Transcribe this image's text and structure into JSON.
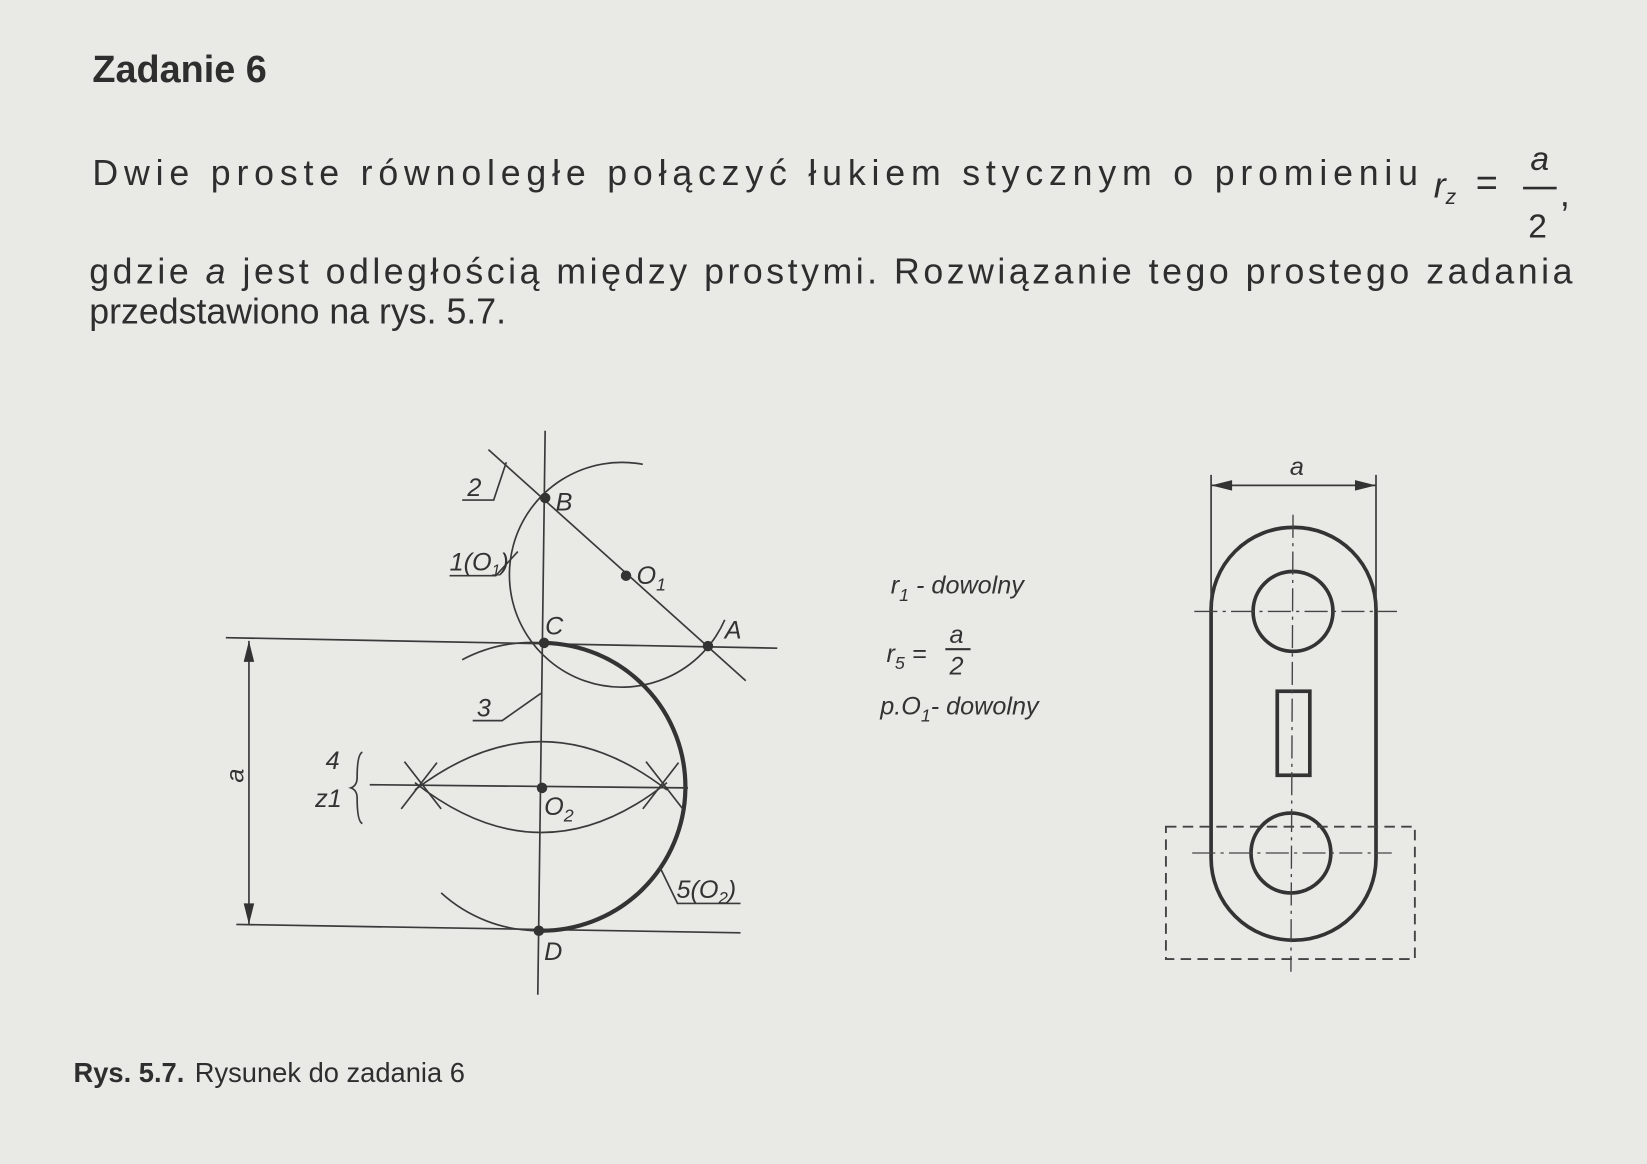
{
  "heading": "Zadanie 6",
  "paragraph": {
    "line1": "Dwie proste równoległe połączyć łukiem stycznym o promieniu",
    "formula": {
      "r": "r",
      "sub": "z",
      "eq": "=",
      "numerator": "a",
      "denominator": "2",
      "comma": ","
    },
    "line2_pre": "gdzie ",
    "line2_var": "a",
    "line2_post": " jest odległością między prostymi. Rozwiązanie tego prostego zadania",
    "line3": "przedstawiono na rys. 5.7."
  },
  "figure_left": {
    "points": {
      "A": "A",
      "B": "B",
      "C": "C",
      "D": "D",
      "O1": {
        "main": "O",
        "sub": "1"
      },
      "O2": {
        "main": "O",
        "sub": "2"
      }
    },
    "callouts": {
      "c2": "2",
      "c1": {
        "pre": "1(O",
        "sub": "1",
        "post": ")"
      },
      "c3": "3",
      "c4": "4",
      "cz1": "z1",
      "c5": {
        "pre": "5(O",
        "sub": "2",
        "post": ")"
      }
    },
    "dimension": "a"
  },
  "legend": {
    "r1": {
      "r": "r",
      "sub": "1",
      "text": " - dowolny"
    },
    "r5": {
      "r": "r",
      "sub": "5",
      "eq": " =",
      "numerator": "a",
      "denominator": "2"
    },
    "p": {
      "pre": "p.O",
      "sub": "1",
      "text": "- dowolny"
    }
  },
  "figure_right": {
    "dimension": "a"
  },
  "caption": {
    "number": "Rys. 5.7.",
    "text": "Rysunek do zadania 6"
  }
}
